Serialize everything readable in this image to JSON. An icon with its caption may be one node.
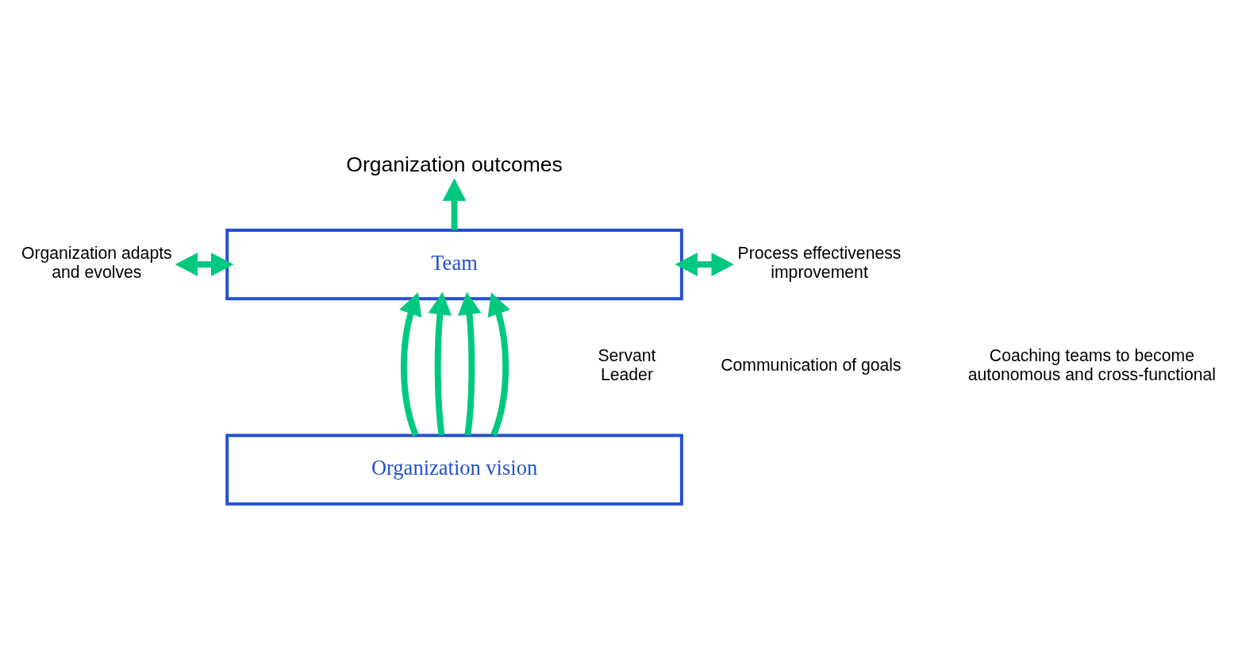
{
  "diagram": {
    "nodes": [
      {
        "text": [
          "Organization outcomes"
        ]
      },
      {
        "text": [
          "Organization adapts and evolves"
        ]
      },
      {
        "text": [
          "Team"
        ]
      },
      {
        "text": [
          "Process effectiveness improvement"
        ]
      },
      {
        "text": [
          "Servant Leader"
        ]
      },
      {
        "text": [
          "Organization vision"
        ]
      }
    ],
    "edges": [
      {
        "from": 2,
        "to": 0,
        "arrow": "to"
      },
      {
        "from": 1,
        "to": 2,
        "arrow": "both"
      },
      {
        "from": 2,
        "to": 3,
        "arrow": "both"
      },
      {
        "from": 5,
        "to": 2,
        "arrow": "to"
      },
      {
        "from": 5,
        "to": 2,
        "arrow": "to"
      },
      {
        "from": 5,
        "to": 2,
        "arrow": "to"
      },
      {
        "from": 5,
        "to": 2,
        "arrow": "to"
      }
    ],
    "labels": [
      "Communication of goals",
      "Coaching teams to become autonomous and cross-functional"
    ]
  }
}
